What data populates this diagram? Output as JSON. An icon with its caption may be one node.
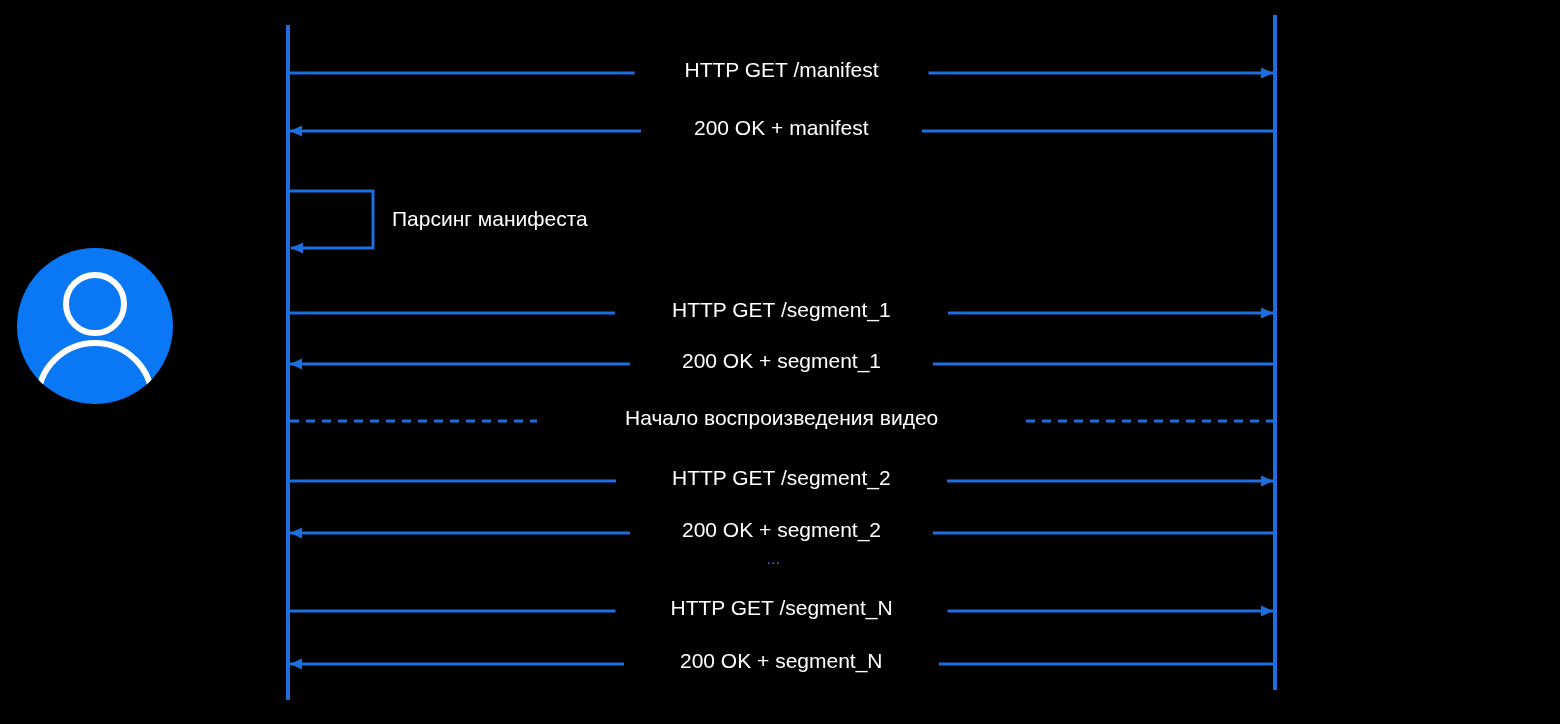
{
  "diagram": {
    "nodes": [
      {
        "text": [],
        "shape": "person"
      },
      {
        "text": [],
        "shape": "bar"
      }
    ],
    "edges": [
      {
        "from": 0,
        "to": 1,
        "arrow": "to",
        "label": "HTTP GET /manifest"
      },
      {
        "from": 1,
        "to": 0,
        "arrow": "to",
        "label": "200 OK + manifest"
      },
      {
        "from": 0,
        "to": 0,
        "arrow": "to",
        "label": "Парсинг манифеста"
      },
      {
        "from": 0,
        "to": 1,
        "arrow": "to",
        "label": "HTTP GET /segment_1"
      },
      {
        "from": 1,
        "to": 0,
        "arrow": "to",
        "label": "200 OK + segment_1"
      },
      {
        "from": 0,
        "to": 1,
        "arrow": "none",
        "label": "Начало воспроизведения видео",
        "style": "dashed"
      },
      {
        "from": 0,
        "to": 1,
        "arrow": "to",
        "label": "HTTP GET /segment_2"
      },
      {
        "from": 1,
        "to": 0,
        "arrow": "to",
        "label": "200 OK + segment_2"
      },
      {
        "from": 0,
        "to": 1,
        "arrow": "to",
        "label": "HTTP GET /segment_N"
      },
      {
        "from": 1,
        "to": 0,
        "arrow": "to",
        "label": "200 OK + segment_N"
      }
    ],
    "labels": [
      "..."
    ]
  }
}
